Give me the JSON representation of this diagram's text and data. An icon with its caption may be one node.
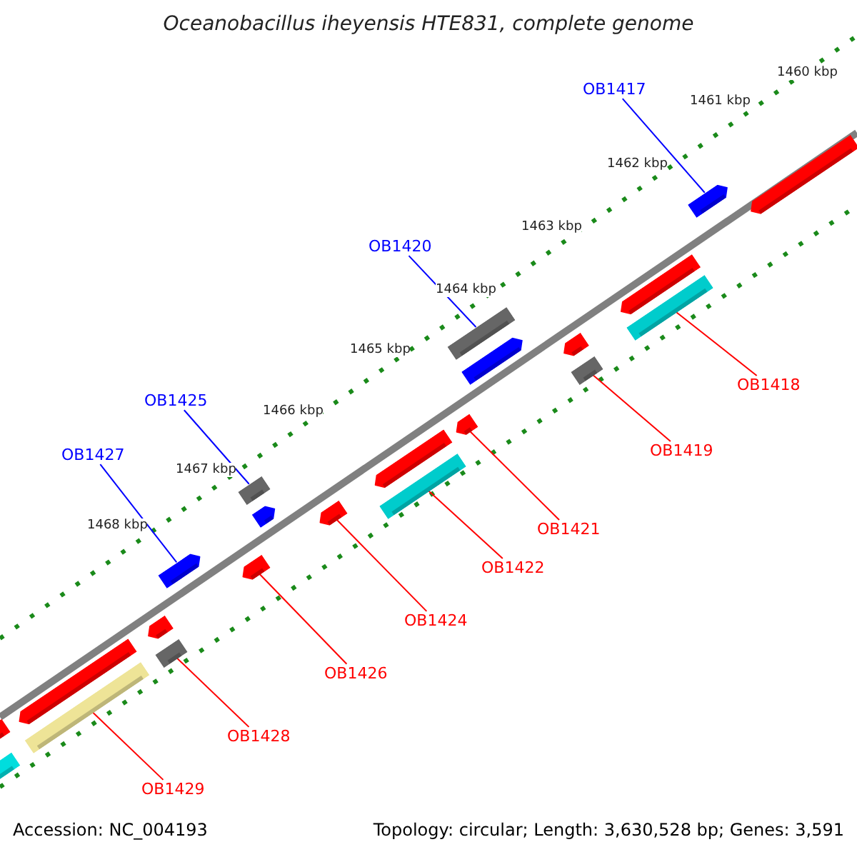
{
  "diagram": {
    "title": "Oceanobacillus iheyensis HTE831, complete genome",
    "nodes": [
      {
        "text": [
          "OB1417"
        ]
      },
      {
        "text": [
          "OB1420"
        ]
      },
      {
        "text": [
          "OB1425"
        ]
      },
      {
        "text": [
          "OB1427"
        ]
      },
      {
        "text": [
          "OB1418"
        ]
      },
      {
        "text": [
          "OB1419"
        ]
      },
      {
        "text": [
          "OB1421"
        ]
      },
      {
        "text": [
          "OB1422"
        ]
      },
      {
        "text": [
          "OB1424"
        ]
      },
      {
        "text": [
          "OB1426"
        ]
      },
      {
        "text": [
          "OB1428"
        ]
      },
      {
        "text": [
          "OB1429"
        ]
      },
      {
        "text": [],
        "shape": "bar"
      },
      {
        "text": [],
        "shape": "bar"
      },
      {
        "text": [],
        "shape": "bar"
      },
      {
        "text": [],
        "shape": "bar"
      },
      {
        "text": [],
        "shape": "bar"
      },
      {
        "text": [],
        "shape": "bar"
      },
      {
        "text": [],
        "shape": "bar"
      },
      {
        "text": [],
        "shape": "bar"
      },
      {
        "text": [],
        "shape": "bar"
      },
      {
        "text": [],
        "shape": "bar"
      },
      {
        "text": [],
        "shape": "bar"
      },
      {
        "text": [],
        "shape": "bar"
      },
      {
        "text": [],
        "shape": "bar"
      },
      {
        "text": [],
        "shape": "bar"
      },
      {
        "text": [],
        "shape": "bar"
      },
      {
        "text": [],
        "shape": "bar"
      },
      {
        "text": [],
        "shape": "bar"
      },
      {
        "text": [],
        "shape": "bar"
      },
      {
        "text": [],
        "shape": "bar"
      },
      {
        "text": [],
        "shape": "bar"
      },
      {
        "text": [],
        "shape": "bar"
      },
      {
        "text": [],
        "shape": "bar"
      }
    ],
    "edges": [
      {
        "from": 0,
        "to": 12,
        "arrow": "none",
        "color": "#0000ff"
      },
      {
        "from": 1,
        "to": 16,
        "arrow": "none",
        "color": "#0000ff"
      },
      {
        "from": 2,
        "to": 24,
        "arrow": "none",
        "color": "#0000ff"
      },
      {
        "from": 3,
        "to": 26,
        "arrow": "none",
        "color": "#0000ff"
      },
      {
        "from": 4,
        "to": 15,
        "arrow": "none"
      },
      {
        "from": 5,
        "to": 19,
        "arrow": "none"
      },
      {
        "from": 6,
        "to": 20,
        "arrow": "none"
      },
      {
        "from": 7,
        "to": 22,
        "arrow": "none"
      },
      {
        "from": 8,
        "to": 23,
        "arrow": "none"
      },
      {
        "from": 9,
        "to": 27,
        "arrow": "none"
      },
      {
        "from": 10,
        "to": 29,
        "arrow": "none"
      },
      {
        "from": 11,
        "to": 31,
        "arrow": "none"
      }
    ],
    "labels": [
      "1460 kbp",
      "1461 kbp",
      "1462 kbp",
      "1463 kbp",
      "1464 kbp",
      "1465 kbp",
      "1466 kbp",
      "1467 kbp",
      "1468 kbp",
      "Accession: NC_004193",
      "Topology: circular; Length: 3,630,528 bp; Genes: 3,591"
    ]
  }
}
